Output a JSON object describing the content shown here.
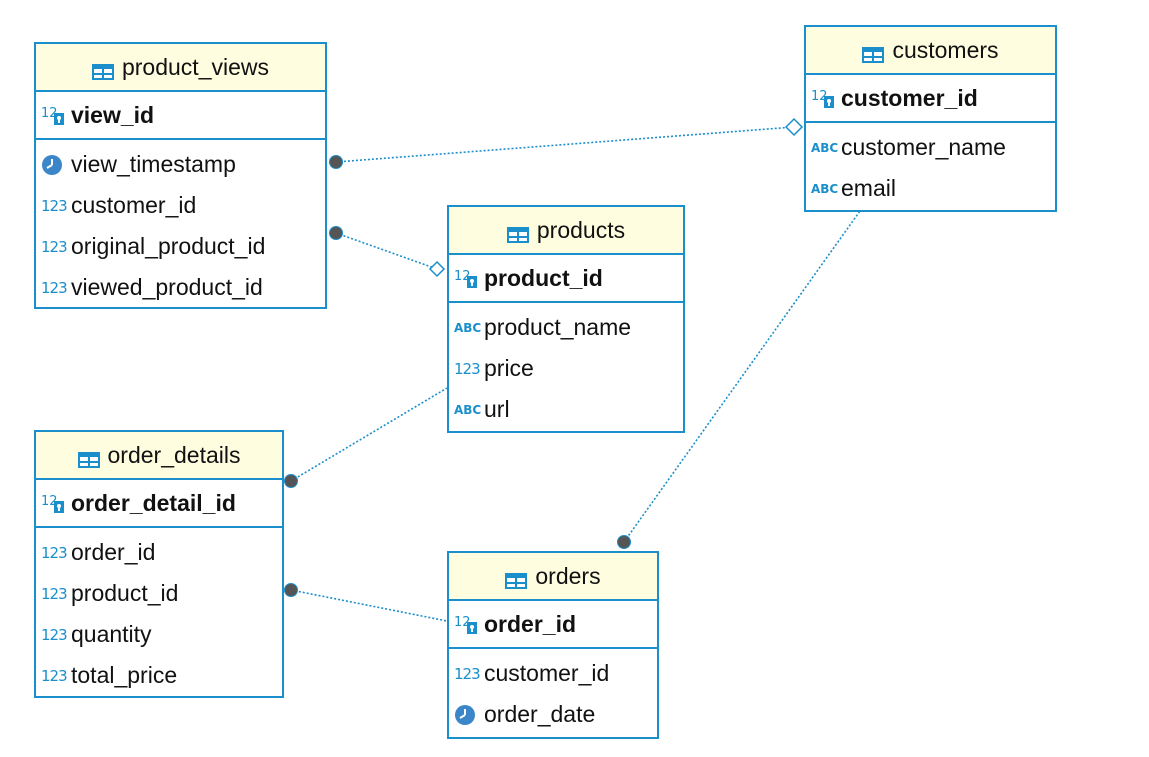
{
  "colors": {
    "border": "#1a8fcb",
    "header_bg": "#fffde0",
    "connector": "#1a8fcb",
    "endpoint": "#555555"
  },
  "tables": {
    "product_views": {
      "name": "product_views",
      "pk": {
        "label": "view_id",
        "icon": "key-number-icon"
      },
      "columns": [
        {
          "label": "view_timestamp",
          "icon": "clock-icon"
        },
        {
          "label": "customer_id",
          "icon": "number-icon"
        },
        {
          "label": "original_product_id",
          "icon": "number-icon"
        },
        {
          "label": "viewed_product_id",
          "icon": "number-icon"
        }
      ]
    },
    "customers": {
      "name": "customers",
      "pk": {
        "label": "customer_id",
        "icon": "key-number-icon"
      },
      "columns": [
        {
          "label": "customer_name",
          "icon": "text-icon"
        },
        {
          "label": "email",
          "icon": "text-icon"
        }
      ]
    },
    "products": {
      "name": "products",
      "pk": {
        "label": "product_id",
        "icon": "key-number-icon"
      },
      "columns": [
        {
          "label": "product_name",
          "icon": "text-icon"
        },
        {
          "label": "price",
          "icon": "number-icon"
        },
        {
          "label": "url",
          "icon": "text-icon"
        }
      ]
    },
    "order_details": {
      "name": "order_details",
      "pk": {
        "label": "order_detail_id",
        "icon": "key-number-icon"
      },
      "columns": [
        {
          "label": "order_id",
          "icon": "number-icon"
        },
        {
          "label": "product_id",
          "icon": "number-icon"
        },
        {
          "label": "quantity",
          "icon": "number-icon"
        },
        {
          "label": "total_price",
          "icon": "number-icon"
        }
      ]
    },
    "orders": {
      "name": "orders",
      "pk": {
        "label": "order_id",
        "icon": "key-number-icon"
      },
      "columns": [
        {
          "label": "customer_id",
          "icon": "number-icon"
        },
        {
          "label": "order_date",
          "icon": "clock-icon"
        }
      ]
    }
  },
  "relationships": [
    {
      "from": "product_views",
      "to": "customers"
    },
    {
      "from": "product_views",
      "to": "products"
    },
    {
      "from": "order_details",
      "to": "products"
    },
    {
      "from": "orders",
      "to": "customers"
    },
    {
      "from": "order_details",
      "to": "orders"
    }
  ]
}
